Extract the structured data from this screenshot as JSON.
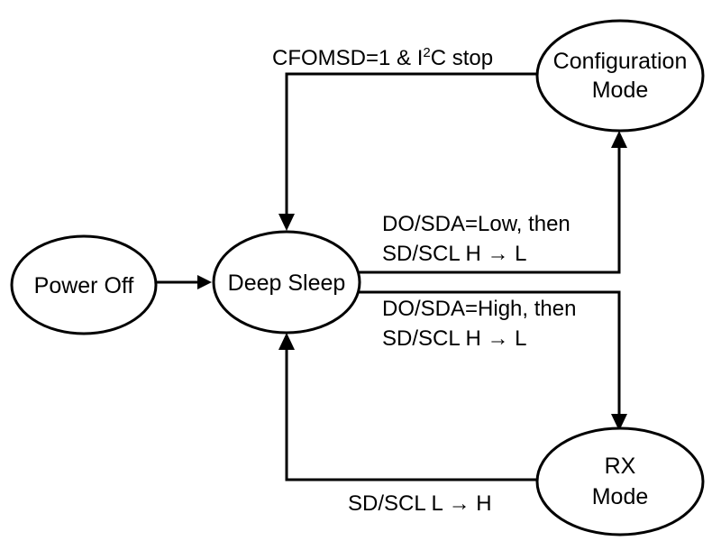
{
  "diagram": {
    "nodes": {
      "power_off": {
        "label": "Power Off"
      },
      "deep_sleep": {
        "label": "Deep Sleep"
      },
      "configuration_mode": {
        "label_line1": "Configuration",
        "label_line2": "Mode"
      },
      "rx_mode": {
        "label_line1": "RX",
        "label_line2": "Mode"
      }
    },
    "edges": {
      "config_to_sleep": {
        "label_prefix": "CFOMSD=1 & I",
        "label_superscript": "2",
        "label_suffix": "C stop"
      },
      "sleep_to_config": {
        "label_line1": "DO/SDA=Low, then",
        "label_line2": "SD/SCL H → L"
      },
      "sleep_to_rx": {
        "label_line1": "DO/SDA=High, then",
        "label_line2": "SD/SCL H → L"
      },
      "rx_to_sleep": {
        "label": "SD/SCL L → H"
      }
    }
  }
}
